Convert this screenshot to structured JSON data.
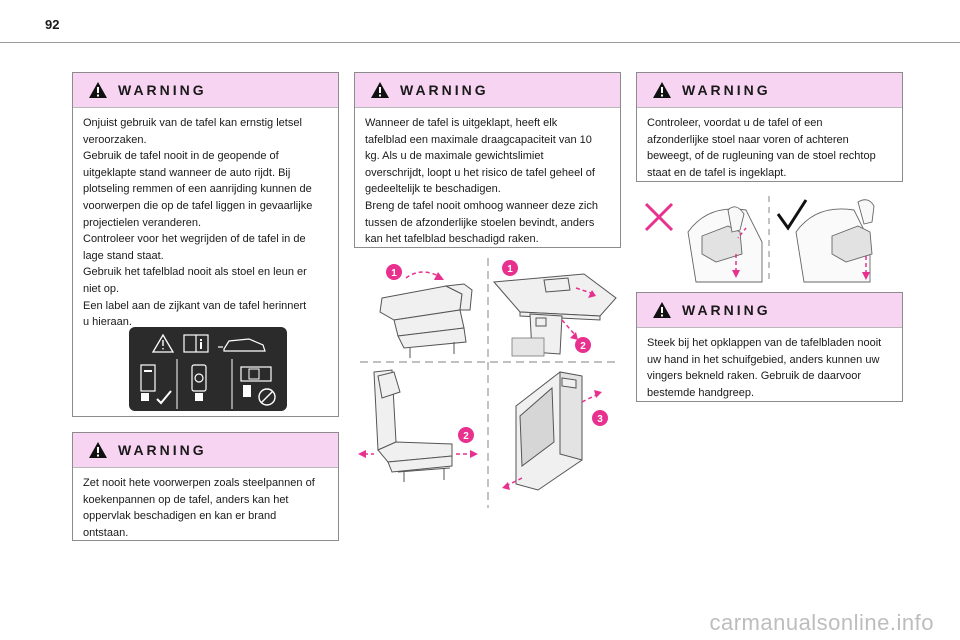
{
  "page": {
    "number": "92"
  },
  "warnings": [
    {
      "title": "WARNING",
      "lines": [
        "Onjuist gebruik van de tafel kan ernstig letsel",
        "veroorzaken.",
        "Gebruik de tafel nooit in de geopende of",
        "uitgeklapte stand wanneer de auto rijdt. Bij",
        "plotseling remmen of een aanrijding kunnen de",
        "voorwerpen die op de tafel liggen in gevaarlijke",
        "projectielen veranderen.",
        "Controleer voor het wegrijden of de tafel in de",
        "lage stand staat.",
        "Gebruik het tafelblad nooit als stoel en leun er",
        "niet op.",
        "Een label aan de zijkant van de tafel herinnert",
        "u hieraan."
      ]
    },
    {
      "title": "WARNING",
      "lines": [
        "Zet nooit hete voorwerpen zoals steelpannen of",
        "koekenpannen op de tafel, anders kan het",
        "oppervlak beschadigen en kan er brand",
        "ontstaan."
      ]
    },
    {
      "title": "WARNING",
      "lines": [
        "Wanneer de tafel is uitgeklapt, heeft elk",
        "tafelblad een maximale draagcapaciteit van 10",
        "kg. Als u de maximale gewichtslimiet",
        "overschrijdt, loopt u het risico de tafel geheel of",
        "gedeeltelijk te beschadigen.",
        "Breng de tafel nooit omhoog wanneer deze zich",
        "tussen de afzonderlijke stoelen bevindt, anders",
        "kan het tafelblad beschadigd raken."
      ]
    },
    {
      "title": "WARNING",
      "lines": [
        "Controleer, voordat u de tafel of een",
        "afzonderlijke stoel naar voren of achteren",
        "beweegt, of de rugleuning van de stoel rechtop",
        "staat en de tafel is ingeklapt."
      ]
    },
    {
      "title": "WARNING",
      "lines": [
        "Steek bij het opklappen van de tafelbladen nooit",
        "uw hand in het schuifgebied, anders kunnen uw",
        "vingers bekneld raken. Gebruik de daarvoor",
        "bestemde handgreep."
      ]
    }
  ],
  "steps": [
    "1",
    "1",
    "2",
    "2",
    "3"
  ],
  "colors": {
    "header_bg": "#f8d4f3",
    "accent": "#e8308f",
    "label_bg": "#2b2b2b"
  },
  "footer": {
    "watermark": "carmanualsonline.info"
  }
}
